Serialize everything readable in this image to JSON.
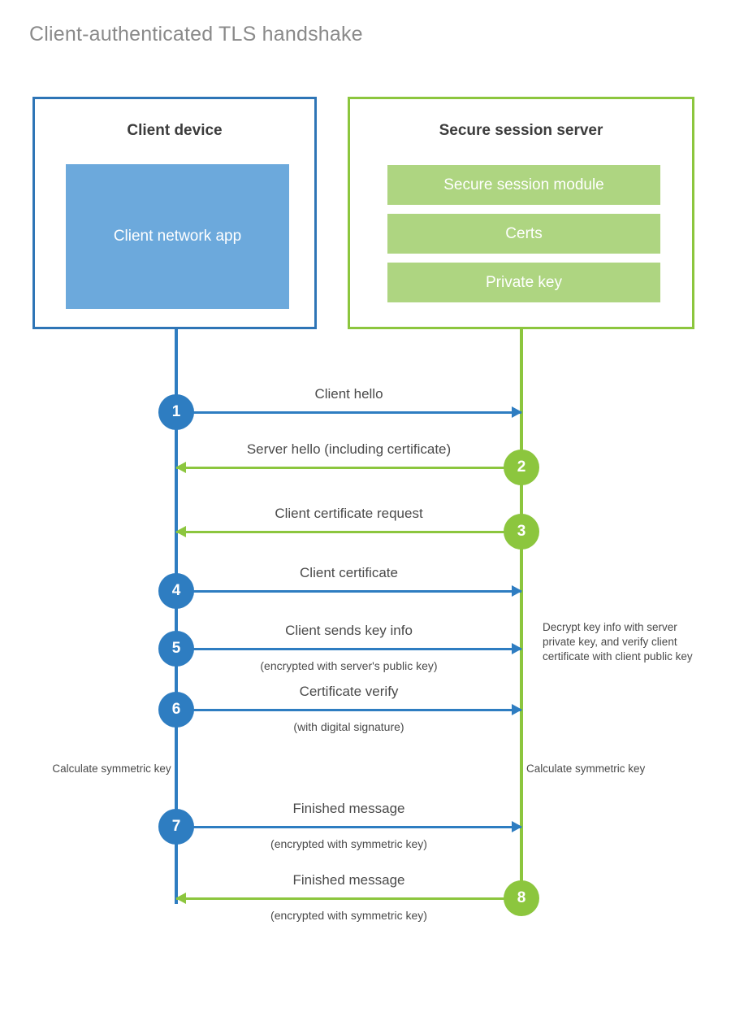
{
  "title": "Client-authenticated TLS handshake",
  "colors": {
    "client_border": "#2E75B6",
    "client_fill": "#6CA9DC",
    "client_accent": "#2E7DC1",
    "server_border": "#8CC63E",
    "server_fill": "#AED581",
    "server_accent": "#8CC63E",
    "text": "#4a4a4a",
    "title_text": "#8a8a8a"
  },
  "client": {
    "title": "Client device",
    "app_label": "Client network app"
  },
  "server": {
    "title": "Secure session server",
    "components": [
      {
        "label": "Secure session module"
      },
      {
        "label": "Certs"
      },
      {
        "label": "Private key"
      }
    ]
  },
  "steps": [
    {
      "number": "1",
      "label": "Client hello",
      "sublabel": "",
      "direction": "client-to-server",
      "actor": "client"
    },
    {
      "number": "2",
      "label": "Server hello (including certificate)",
      "sublabel": "",
      "direction": "server-to-client",
      "actor": "server"
    },
    {
      "number": "3",
      "label": "Client certificate request",
      "sublabel": "",
      "direction": "server-to-client",
      "actor": "server"
    },
    {
      "number": "4",
      "label": "Client certificate",
      "sublabel": "",
      "direction": "client-to-server",
      "actor": "client"
    },
    {
      "number": "5",
      "label": "Client sends key info",
      "sublabel": "(encrypted with server's public key)",
      "direction": "client-to-server",
      "actor": "client"
    },
    {
      "number": "6",
      "label": "Certificate verify",
      "sublabel": "(with digital signature)",
      "direction": "client-to-server",
      "actor": "client"
    },
    {
      "number": "7",
      "label": "Finished message",
      "sublabel": "(encrypted with symmetric key)",
      "direction": "client-to-server",
      "actor": "client"
    },
    {
      "number": "8",
      "label": "Finished message",
      "sublabel": "(encrypted with symmetric key)",
      "direction": "server-to-client",
      "actor": "server"
    }
  ],
  "notes": {
    "decrypt": "Decrypt key info with server private key, and verify client certificate with client public key",
    "calculate_client": "Calculate symmetric key",
    "calculate_server": "Calculate symmetric key"
  }
}
